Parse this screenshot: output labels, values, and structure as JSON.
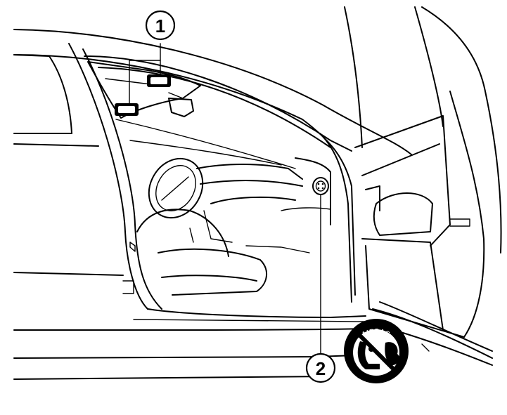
{
  "callouts": [
    {
      "number": "1",
      "label": ""
    },
    {
      "number": "2",
      "label": ""
    }
  ],
  "airbag_symbol": {
    "ring_text": "AIRBAG",
    "icon": "no-child-seat-airbag-icon"
  },
  "sensor_indicator": {
    "icon": "passenger-airbag-status-light-icon"
  },
  "colors": {
    "line": "#000000",
    "background": "#ffffff"
  }
}
